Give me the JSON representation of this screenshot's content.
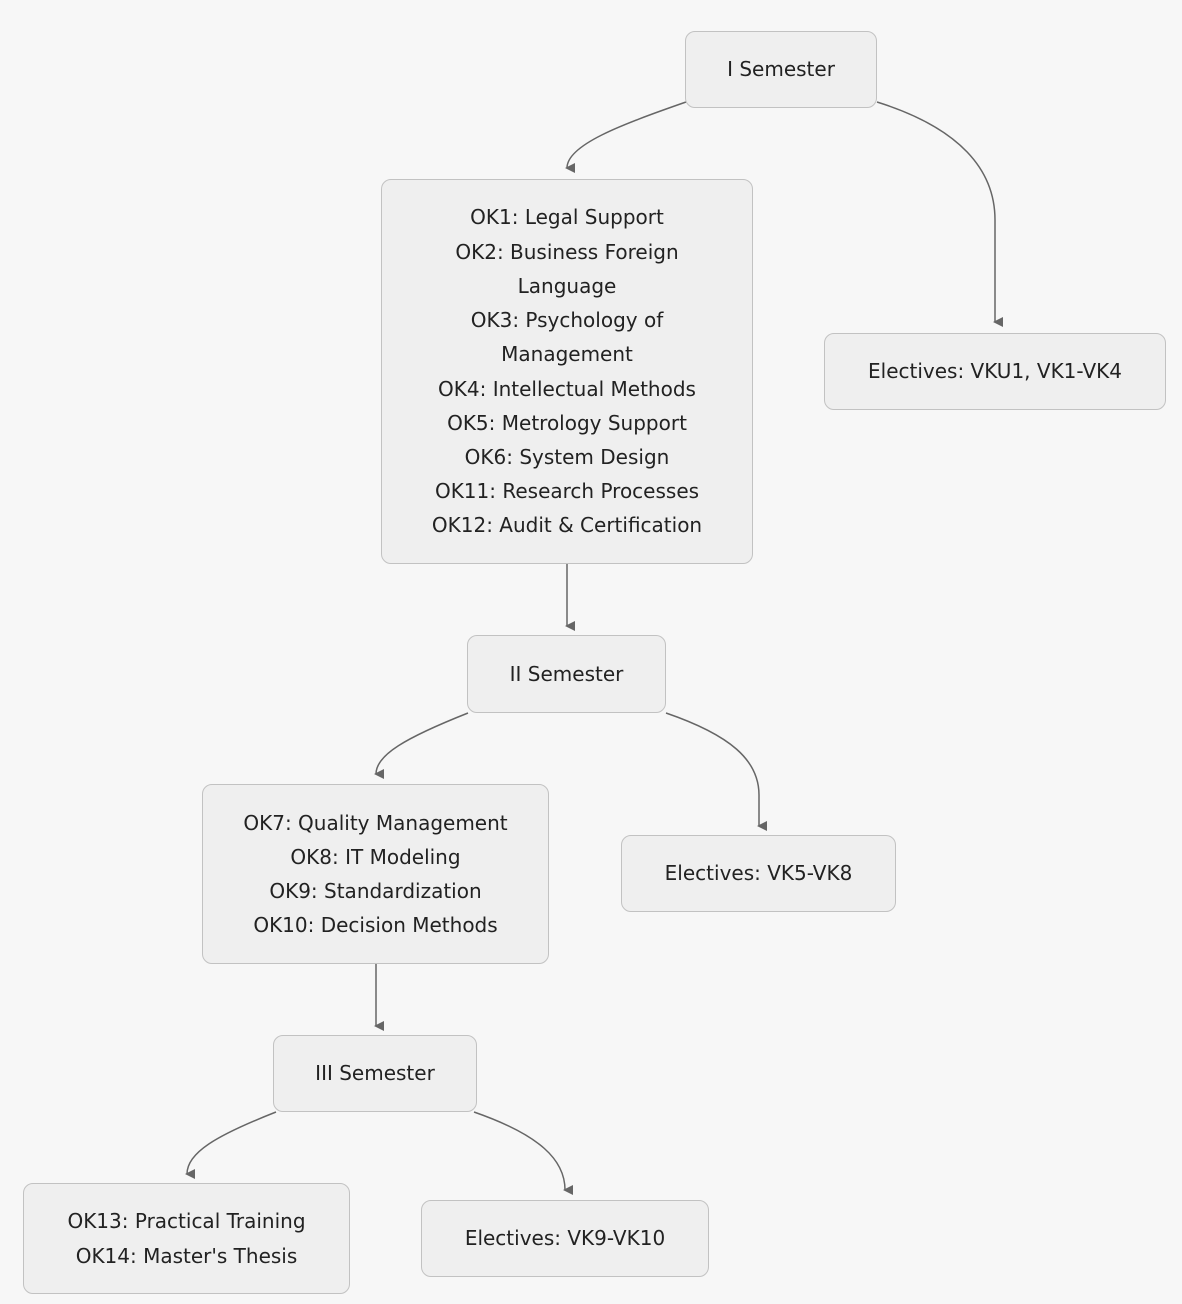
{
  "diagram": {
    "nodes": {
      "sem1": {
        "lines": [
          "I Semester"
        ]
      },
      "ok_sem1": {
        "lines": [
          "OK1: Legal Support",
          "OK2: Business Foreign Language",
          "OK3: Psychology of Management",
          "OK4: Intellectual Methods",
          "OK5: Metrology Support",
          "OK6: System Design",
          "OK11: Research Processes",
          "OK12: Audit & Certification"
        ]
      },
      "elect_sem1": {
        "lines": [
          "Electives: VKU1, VK1-VK4"
        ]
      },
      "sem2": {
        "lines": [
          "II Semester"
        ]
      },
      "ok_sem2": {
        "lines": [
          "OK7: Quality Management",
          "OK8: IT Modeling",
          "OK9: Standardization",
          "OK10: Decision Methods"
        ]
      },
      "elect_sem2": {
        "lines": [
          "Electives: VK5-VK8"
        ]
      },
      "sem3": {
        "lines": [
          "III Semester"
        ]
      },
      "ok_sem3": {
        "lines": [
          "OK13: Practical Training",
          "OK14: Master's Thesis"
        ]
      },
      "elect_sem3": {
        "lines": [
          "Electives: VK9-VK10"
        ]
      }
    },
    "edges": [
      {
        "from": "sem1",
        "to": "ok_sem1"
      },
      {
        "from": "sem1",
        "to": "elect_sem1"
      },
      {
        "from": "ok_sem1",
        "to": "sem2"
      },
      {
        "from": "sem2",
        "to": "ok_sem2"
      },
      {
        "from": "sem2",
        "to": "elect_sem2"
      },
      {
        "from": "ok_sem2",
        "to": "sem3"
      },
      {
        "from": "sem3",
        "to": "ok_sem3"
      },
      {
        "from": "sem3",
        "to": "elect_sem3"
      }
    ],
    "colors": {
      "background": "#f7f7f7",
      "node_fill": "#efefef",
      "node_border": "#c2c2c2",
      "edge": "#666666",
      "text": "#222222"
    }
  }
}
